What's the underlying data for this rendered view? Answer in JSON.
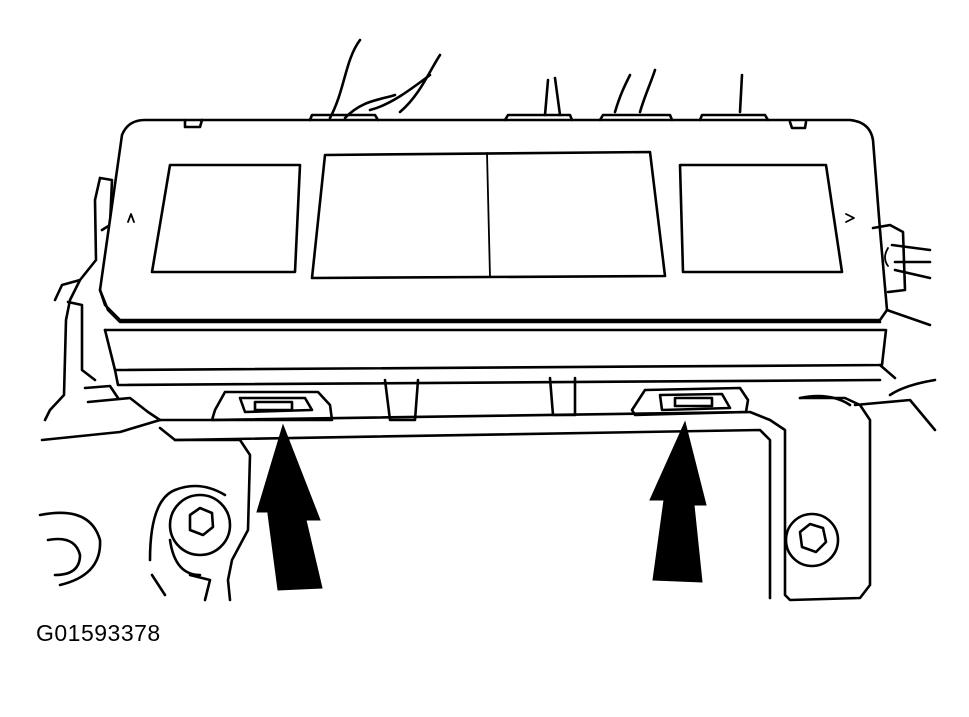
{
  "figure": {
    "id_label": "G01593378",
    "ink_color": "#000000",
    "background_color": "#ffffff",
    "callouts": [
      "arrow-up",
      "arrow-up"
    ],
    "markings": [
      "^",
      ">"
    ]
  }
}
